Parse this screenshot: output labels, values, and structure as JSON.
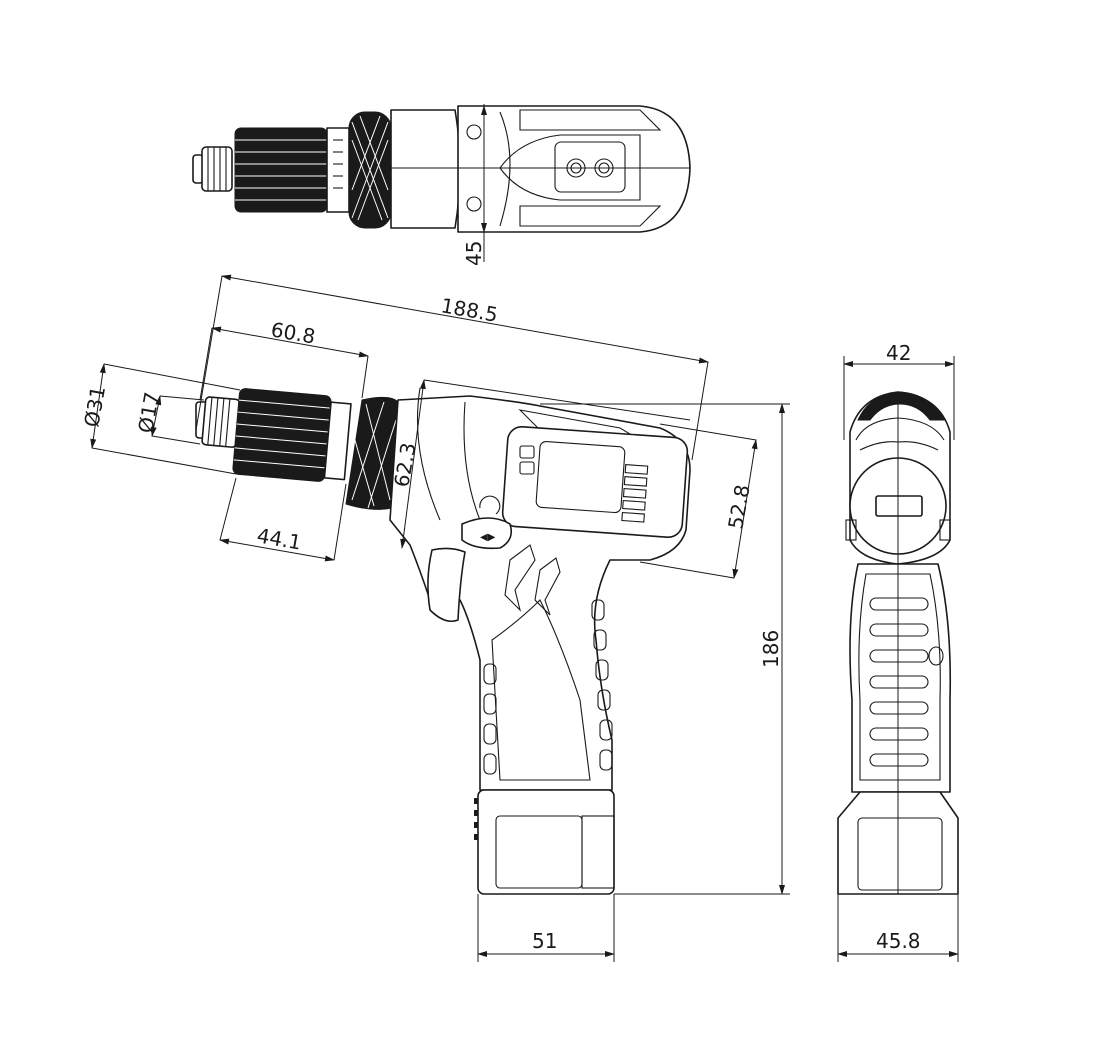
{
  "dimensions": {
    "top_width": "45",
    "overall_length": "188.5",
    "chuck_length": "60.8",
    "outer_diameter": "Ø31",
    "inner_diameter": "Ø17",
    "collar_length": "44.1",
    "head_height": "62.3",
    "body_height": "52.8",
    "total_height": "186",
    "battery_depth": "51",
    "front_width": "42",
    "base_width": "45.8"
  },
  "icons": {
    "direction_switch": "rotation-arrow-icon",
    "arrows": "forward-reverse-icon"
  }
}
